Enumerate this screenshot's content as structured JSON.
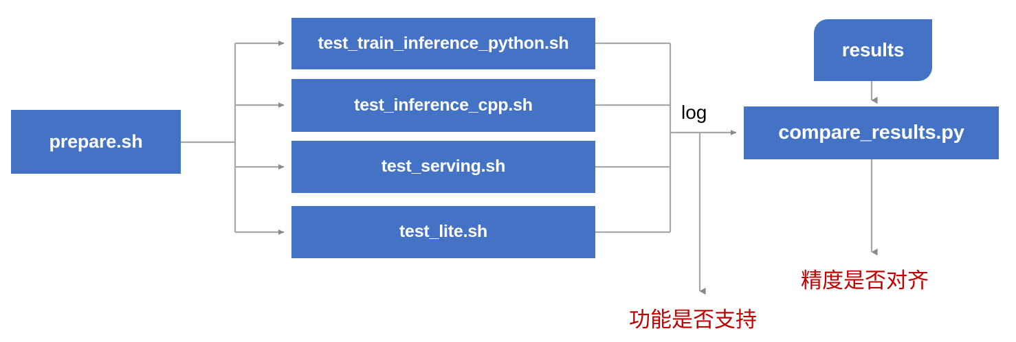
{
  "diagram": {
    "title": "PaddlePaddle TIPC test pipeline flow",
    "colors": {
      "node_fill": "#4472C4",
      "node_text": "#FFFFFF",
      "connector": "#A6A6A6",
      "annotation_red": "#C00000",
      "label_black": "#000000",
      "background": "#FFFFFF"
    },
    "nodes": {
      "prepare": "prepare.sh",
      "results": "results",
      "compare": "compare_results.py",
      "tests": [
        "test_train_inference_python.sh",
        "test_inference_cpp.sh",
        "test_serving.sh",
        "test_lite.sh"
      ]
    },
    "edge_labels": {
      "log": "log"
    },
    "annotations": [
      "功能是否支持",
      "精度是否对齐"
    ]
  }
}
